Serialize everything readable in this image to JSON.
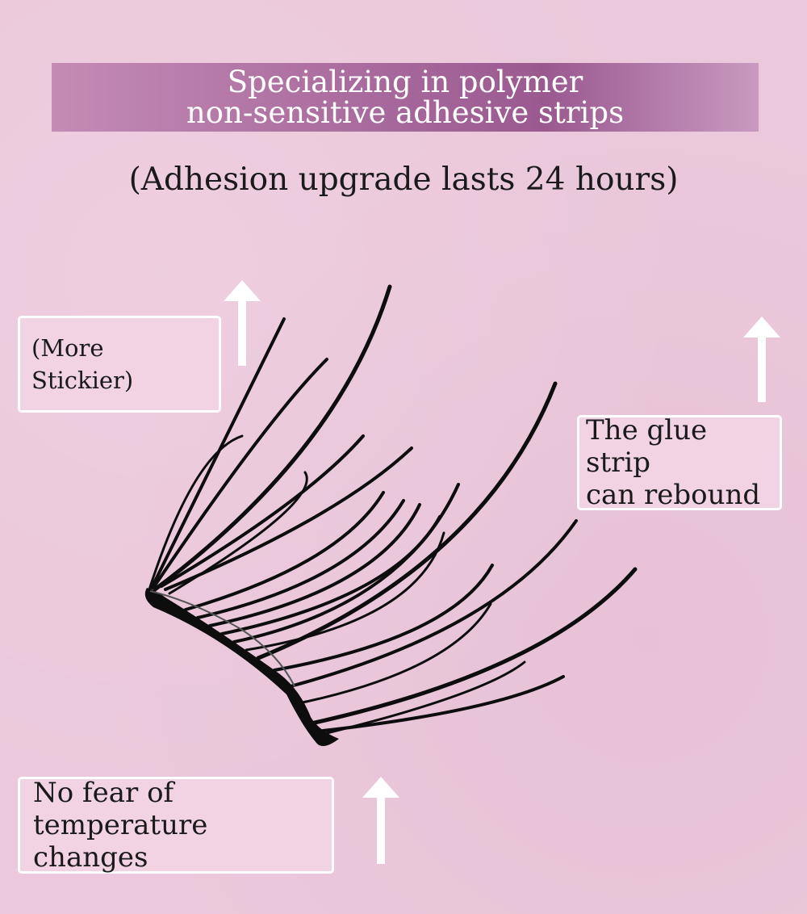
{
  "banner": {
    "line1": "Specializing in polymer",
    "line2": "non-sensitive adhesive strips"
  },
  "subtitle": "(Adhesion upgrade lasts 24 hours)",
  "labels": {
    "sticky": "(More Stickier)",
    "rebound_line1": "The glue strip",
    "rebound_line2": "can rebound",
    "temperature_line1": "No fear of temperature",
    "temperature_line2": "changes"
  },
  "colors": {
    "background": "#ebc8db",
    "banner": "#a5679a",
    "label_box": "#f1d3e3",
    "lash": "#0d0d0d"
  },
  "icons": [
    "up-arrow-icon",
    "eyelash-cluster-illustration"
  ]
}
